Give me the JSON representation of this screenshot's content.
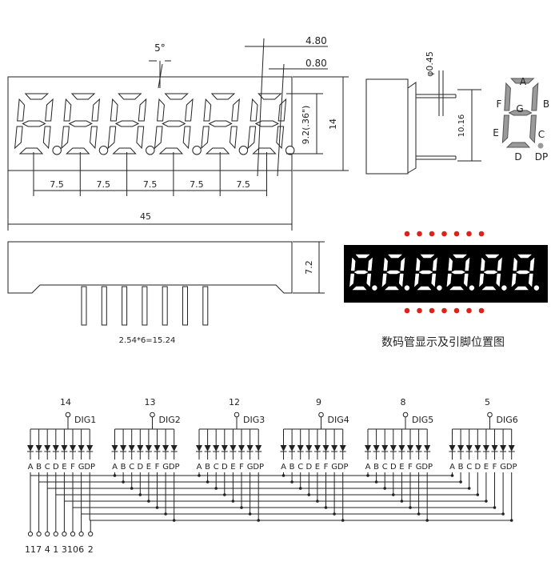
{
  "dimensions": {
    "angle": "5°",
    "dim_480": "4.80",
    "dim_080": "0.80",
    "digit_height": "9.2(.36\")",
    "height": "14",
    "pitch": [
      "7.5",
      "7.5",
      "7.5",
      "7.5",
      "7.5"
    ],
    "length": "45",
    "pin_hole": "φ0.45",
    "pin_span": "10.16",
    "thickness": "7.2",
    "pin_pitch": "2.54*6=15.24"
  },
  "segment_letters": [
    "A",
    "B",
    "C",
    "D",
    "E",
    "F",
    "G",
    "DP"
  ],
  "caption": "数码管显示及引脚位置图",
  "digits": [
    {
      "pin": "14",
      "label": "DIG1"
    },
    {
      "pin": "13",
      "label": "DIG2"
    },
    {
      "pin": "12",
      "label": "DIG3"
    },
    {
      "pin": "9",
      "label": "DIG4"
    },
    {
      "pin": "8",
      "label": "DIG5"
    },
    {
      "pin": "5",
      "label": "DIG6"
    }
  ],
  "bottom_pins": [
    "11",
    "7",
    "4",
    "1",
    "3",
    "10",
    "6",
    "2"
  ],
  "colors": {
    "display_bg": "#000000",
    "segment_on": "#ffffff",
    "dot_red": "#e0201a",
    "line": "#222222",
    "segment_grey": "#999999"
  }
}
